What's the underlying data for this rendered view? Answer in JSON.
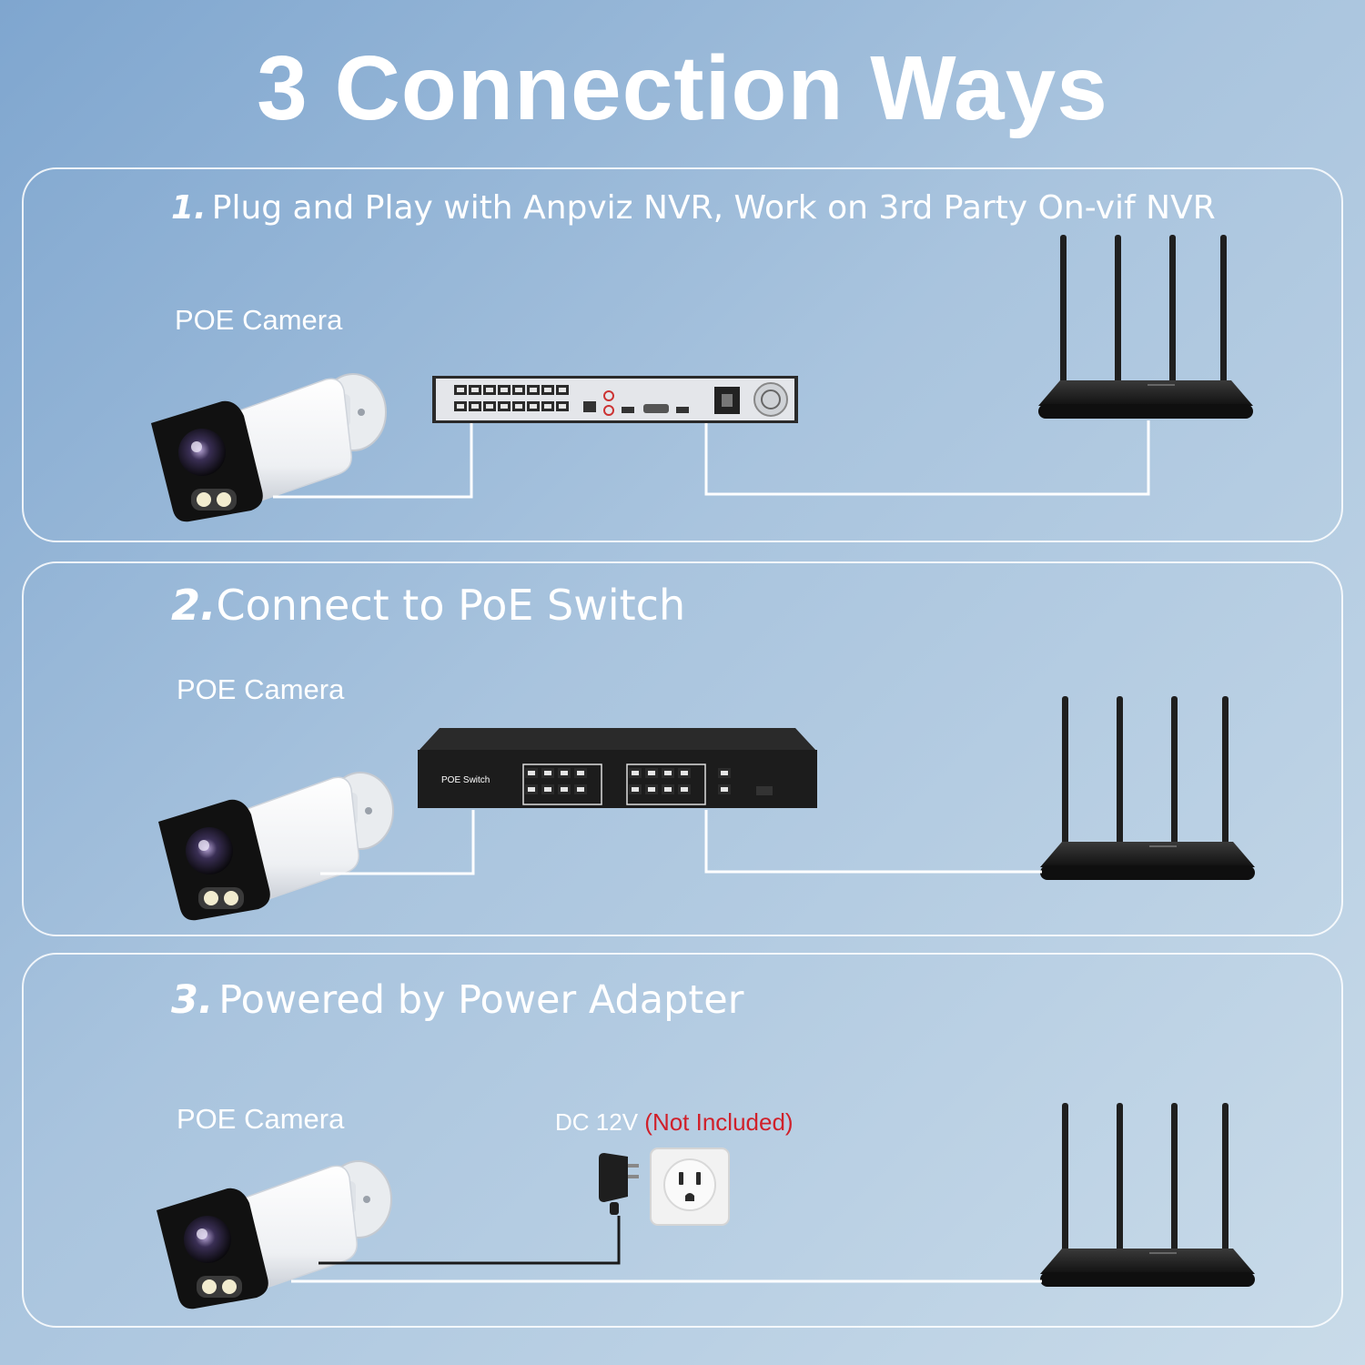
{
  "title": "3 Connection Ways",
  "panels": [
    {
      "number": "1.",
      "heading": "Plug and Play with Anpviz NVR, Work on 3rd Party On-vif NVR",
      "camera_label": "POE Camera"
    },
    {
      "number": "2.",
      "heading": "Connect to PoE Switch",
      "camera_label": "POE Camera",
      "switch_label": "POE Switch"
    },
    {
      "number": "3.",
      "heading": "Powered by Power Adapter",
      "camera_label": "POE Camera",
      "power_label": "DC 12V",
      "power_note": "(Not Included)"
    }
  ],
  "colors": {
    "cable": "#ffffff",
    "adapter_cable": "#1a1a1a",
    "note_red": "#d0202a",
    "device_dark": "#1c1c1c",
    "nvr_body": "#e4e6ea"
  },
  "icons": [
    "camera-icon",
    "nvr-icon",
    "poe-switch-icon",
    "router-icon",
    "power-adapter-icon",
    "wall-outlet-icon"
  ]
}
